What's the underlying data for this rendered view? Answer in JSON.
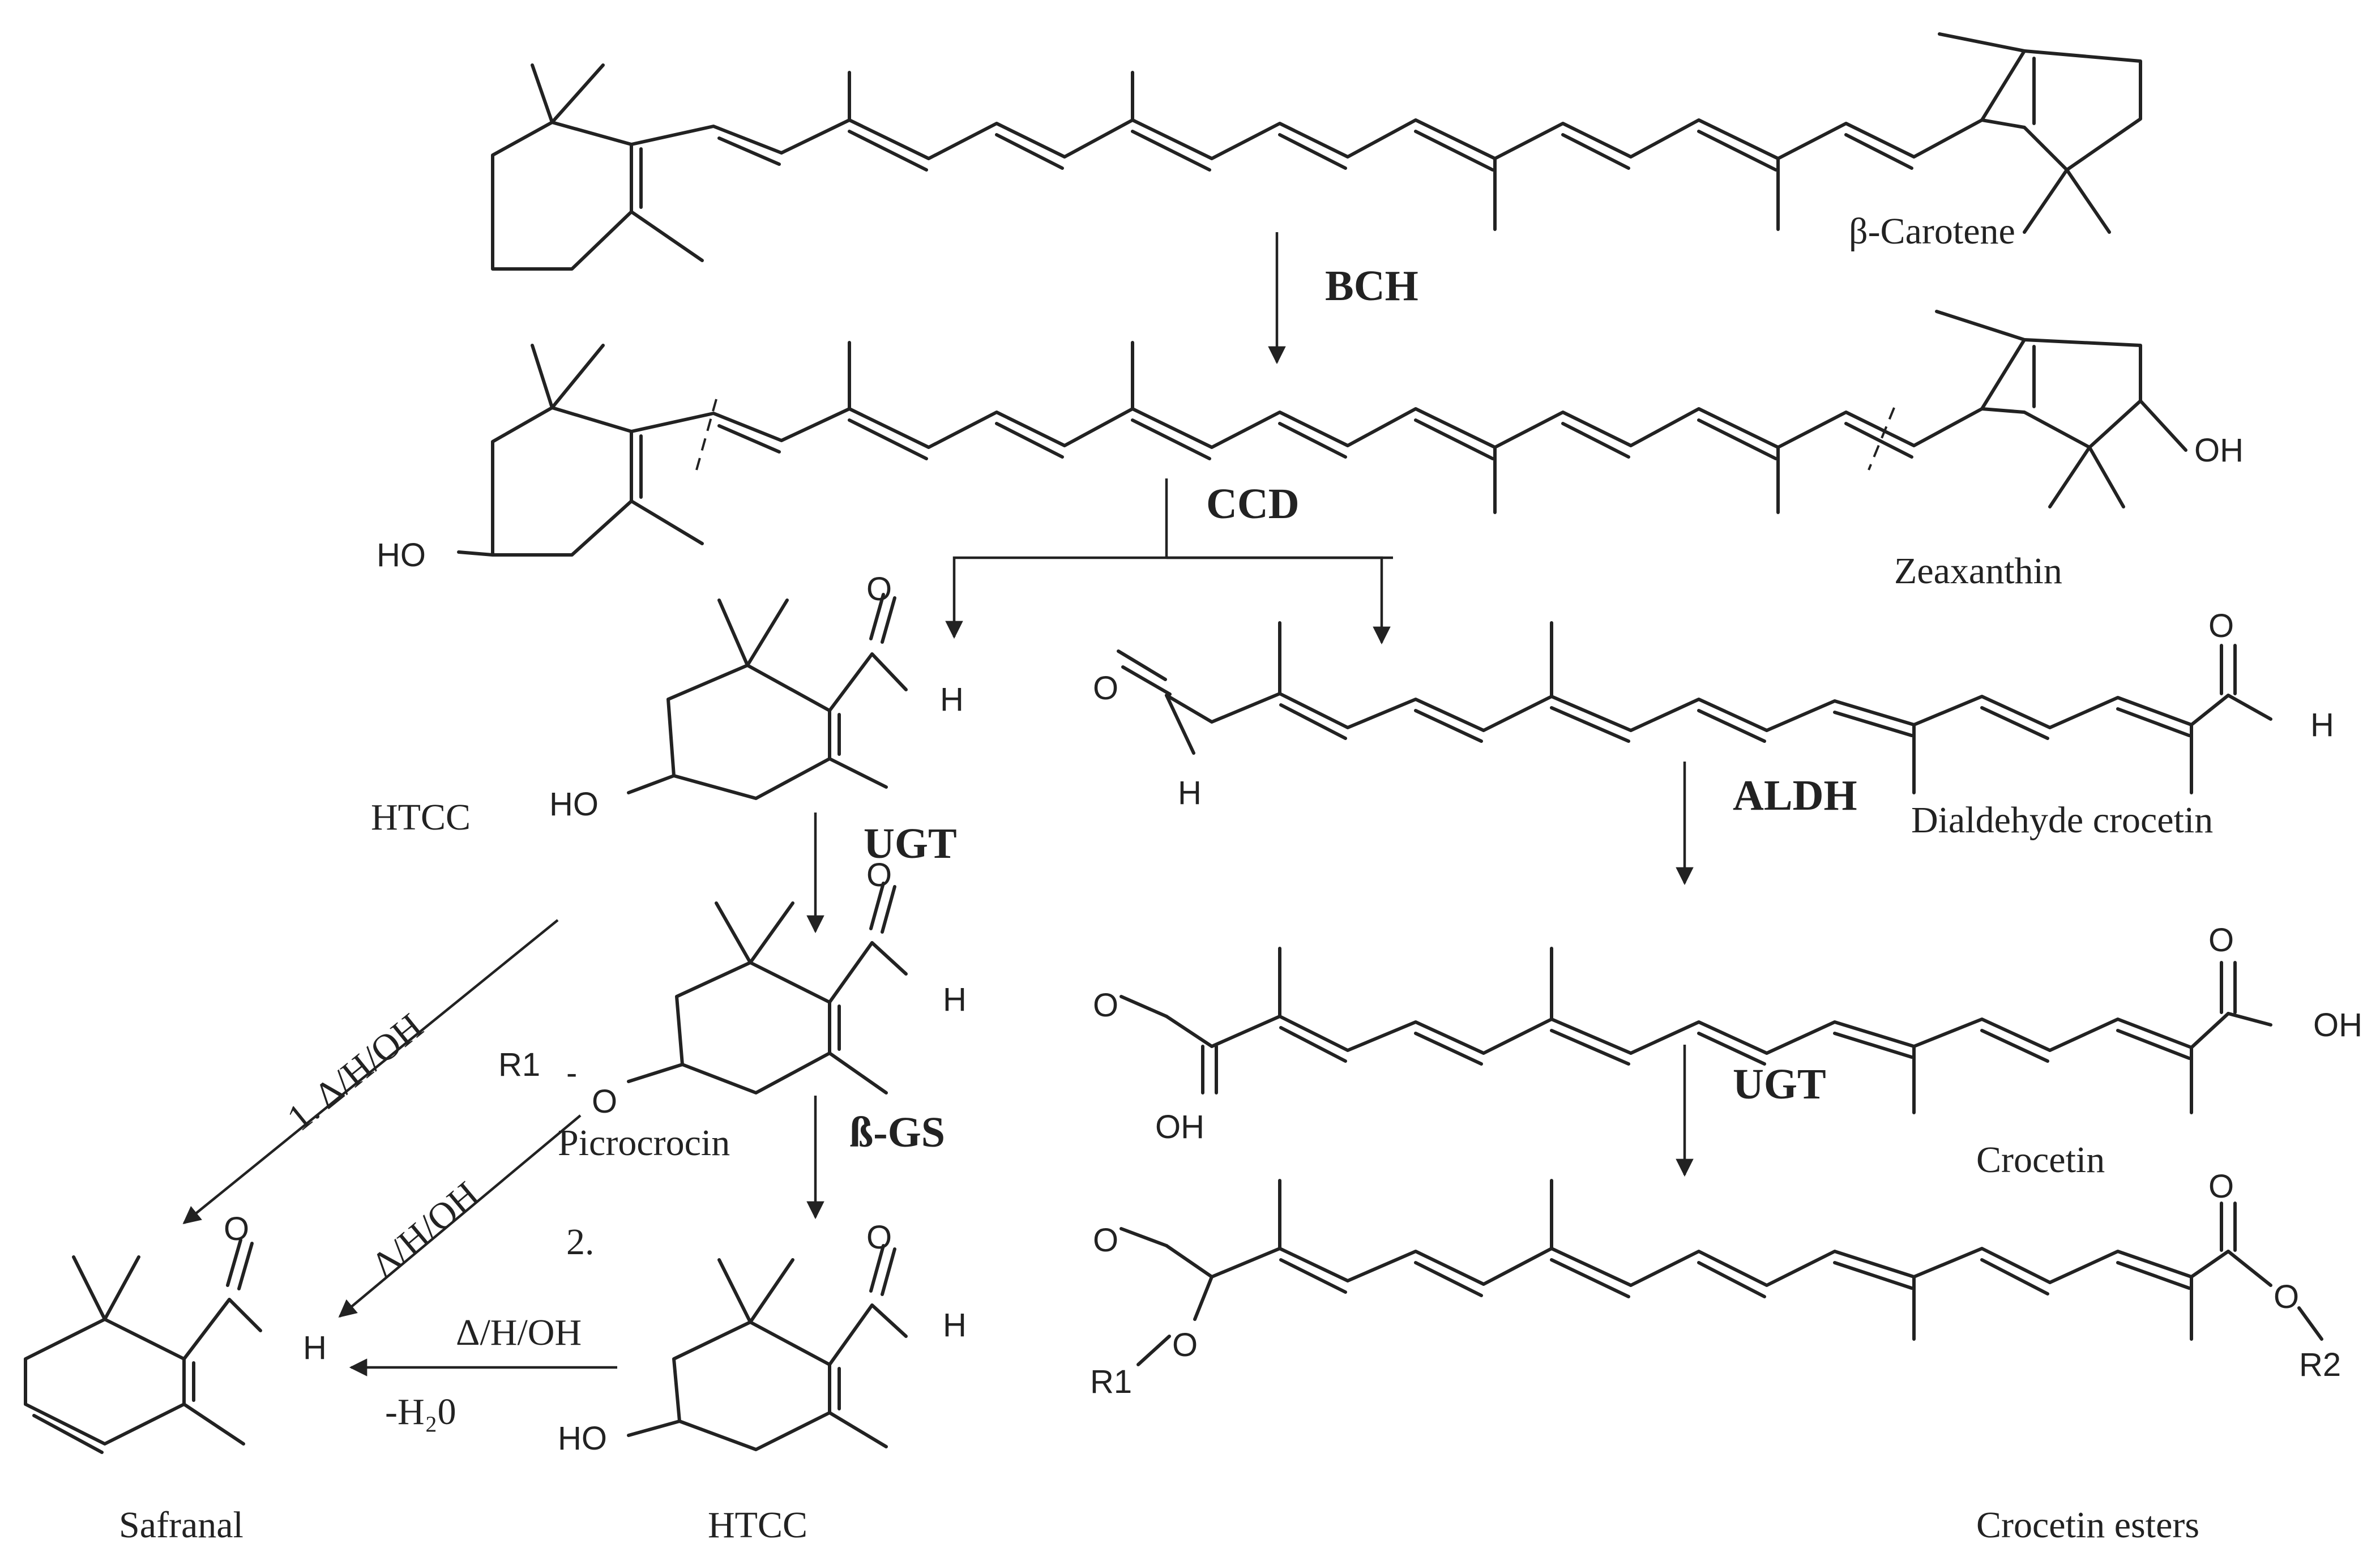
{
  "compounds": {
    "beta_carotene": "β-Carotene",
    "zeaxanthin": "Zeaxanthin",
    "htcc_top": "HTCC",
    "dialdehyde_crocetin": "Dialdehyde crocetin",
    "picrocrocin": "Picrocrocin",
    "crocetin": "Crocetin",
    "safranal": "Safranal",
    "htcc_bottom": "HTCC",
    "crocetin_esters": "Crocetin esters"
  },
  "enzymes": {
    "bch": "BCH",
    "ccd": "CCD",
    "ugt_left": "UGT",
    "aldh": "ALDH",
    "ugt_right": "UGT",
    "beta_gs": "ß-GS"
  },
  "conditions": {
    "route1": "1. Δ/H/OH",
    "route_picro": "Δ/H/OH",
    "route2_number": "2.",
    "route2": "Δ/H/OH",
    "dehydration": "-H₂0"
  },
  "atoms": {
    "oh": "OH",
    "ho": "HO",
    "h": "H",
    "o": "O",
    "r1": "R1",
    "r2": "R2"
  }
}
